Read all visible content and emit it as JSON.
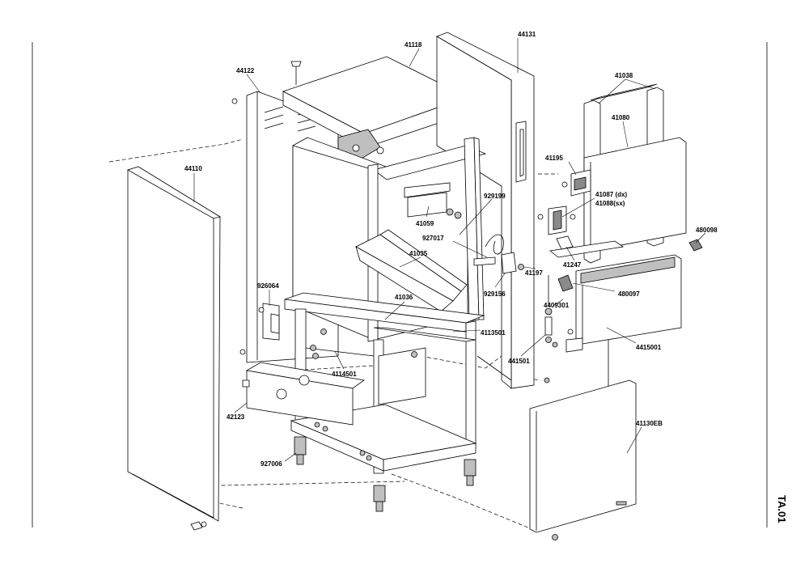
{
  "page_code": "TA.01",
  "callouts": {
    "c44131": "44131",
    "c41118": "41118",
    "c44122": "44122",
    "c44110": "44110",
    "c41038": "41038",
    "c41080": "41080",
    "c41195": "41195",
    "c41087": "41087 (dx)",
    "c41088": "41088(sx)",
    "c929199": "929199",
    "c41059": "41059",
    "c927017": "927017",
    "c41035": "41035",
    "c480098": "480098",
    "c41247": "41247",
    "c41197": "41197",
    "c929156": "929156",
    "c926064": "926064",
    "c41036": "41036",
    "c480097": "480097",
    "c4409301": "4409301",
    "c4113501": "4113501",
    "c441501": "441501",
    "c4415001": "4415001",
    "c4114501": "4114501",
    "c42123": "42123",
    "c41130EB": "41130EB",
    "c927006": "927006"
  }
}
